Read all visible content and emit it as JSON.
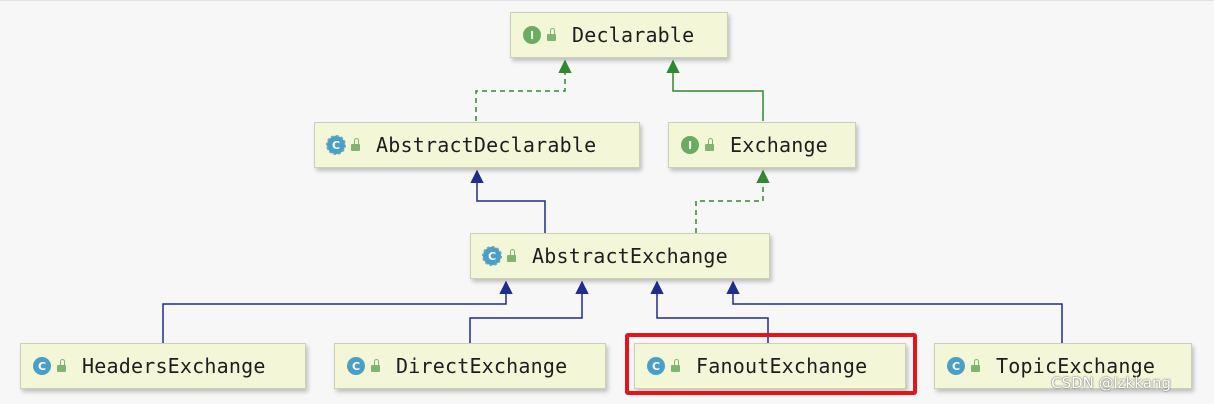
{
  "nodes": {
    "declarable": {
      "name": "Declarable",
      "kind": "interface",
      "badge": "I"
    },
    "abstract_declarable": {
      "name": "AbstractDeclarable",
      "kind": "abstract-class",
      "badge": "C"
    },
    "exchange": {
      "name": "Exchange",
      "kind": "interface",
      "badge": "I"
    },
    "abstract_exchange": {
      "name": "AbstractExchange",
      "kind": "abstract-class",
      "badge": "C"
    },
    "headers_exchange": {
      "name": "HeadersExchange",
      "kind": "class",
      "badge": "C"
    },
    "direct_exchange": {
      "name": "DirectExchange",
      "kind": "class",
      "badge": "C"
    },
    "fanout_exchange": {
      "name": "FanoutExchange",
      "kind": "class",
      "badge": "C",
      "highlighted": true
    },
    "topic_exchange": {
      "name": "TopicExchange",
      "kind": "class",
      "badge": "C"
    }
  },
  "edges": [
    {
      "from": "abstract_declarable",
      "to": "declarable",
      "type": "implements"
    },
    {
      "from": "exchange",
      "to": "declarable",
      "type": "extends-interface"
    },
    {
      "from": "abstract_exchange",
      "to": "abstract_declarable",
      "type": "extends"
    },
    {
      "from": "abstract_exchange",
      "to": "exchange",
      "type": "implements"
    },
    {
      "from": "headers_exchange",
      "to": "abstract_exchange",
      "type": "extends"
    },
    {
      "from": "direct_exchange",
      "to": "abstract_exchange",
      "type": "extends"
    },
    {
      "from": "fanout_exchange",
      "to": "abstract_exchange",
      "type": "extends"
    },
    {
      "from": "topic_exchange",
      "to": "abstract_exchange",
      "type": "extends"
    }
  ],
  "colors": {
    "extends": "#1f2d8c",
    "implements": "#2f8a2f",
    "highlight": "#e3141a",
    "node_fill": "#f4f7d7"
  },
  "icons": {
    "interface": "interface-badge-icon",
    "class": "class-badge-icon",
    "abstract-class": "abstract-class-badge-icon",
    "visibility": "public-lock-icon"
  },
  "watermark": "CSDN @lzkkang"
}
